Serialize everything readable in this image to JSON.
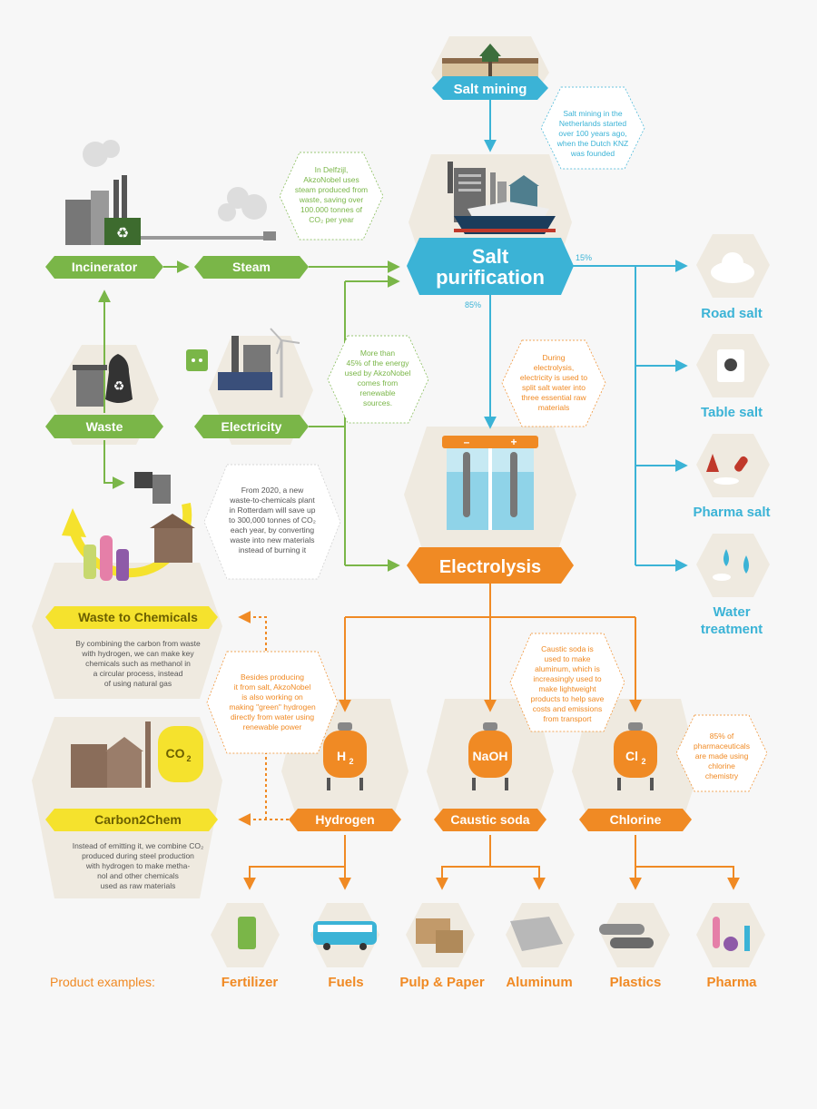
{
  "nodes": {
    "salt_mining": "Salt mining",
    "salt_purification": [
      "Salt",
      "purification"
    ],
    "incinerator": "Incinerator",
    "steam": "Steam",
    "waste": "Waste",
    "electricity": "Electricity",
    "electrolysis": "Electrolysis",
    "waste_to_chemicals": "Waste to Chemicals",
    "carbon2chem": "Carbon2Chem",
    "hydrogen": "Hydrogen",
    "caustic_soda": "Caustic soda",
    "chlorine": "Chlorine"
  },
  "tank_labels": {
    "h2": "H",
    "h2_sub": "2",
    "naoh": "NaOH",
    "cl2": "Cl",
    "cl2_sub": "2",
    "co2": "CO",
    "co2_sub": "2"
  },
  "percent": {
    "p15": "15%",
    "p85": "85%"
  },
  "salt_uses": [
    "Road salt",
    "Table salt",
    "Pharma salt",
    [
      "Water",
      "treatment"
    ]
  ],
  "notes": {
    "salt_mining": [
      "Salt mining in the",
      "Netherlands started",
      "over 100 years ago,",
      "when the Dutch KNZ",
      "was founded"
    ],
    "delfzijl": [
      "In Delfzijl,",
      "AkzoNobel uses",
      "steam produced from",
      "waste, saving over",
      "100.000 tonnes of",
      "CO₂ per year"
    ],
    "renewable": [
      "More than",
      "45% of the energy",
      "used by AkzoNobel",
      "comes from",
      "renewable",
      "sources."
    ],
    "electrolysis": [
      "During",
      "electrolysis,",
      "electricity is used to",
      "split salt water into",
      "three essential raw",
      "materials"
    ],
    "rotterdam": [
      "From 2020, a new",
      "waste-to-chemicals plant",
      "in Rotterdam will save up",
      "to 300,000 tonnes of CO₂",
      "each year, by converting",
      "waste into new materials",
      "instead of burning it"
    ],
    "hydrogen": [
      "Besides producing",
      "it from salt, AkzoNobel",
      "is also working on",
      "making \"green\" hydrogen",
      "directly from water using",
      "renewable power"
    ],
    "caustic": [
      "Caustic soda is",
      "used to make",
      "aluminum, which is",
      "increasingly used to",
      "make lightweight",
      "products to help save",
      "costs and emissions",
      "from transport"
    ],
    "pharma": [
      "85% of",
      "pharmaceuticals",
      "are made using",
      "chlorine",
      "chemistry"
    ]
  },
  "descriptions": {
    "waste_to_chemicals": [
      "By combining the carbon from waste",
      "with hydrogen, we can make key",
      "chemicals such as methanol in",
      "a circular process, instead",
      "of using natural gas"
    ],
    "carbon2chem": [
      "Instead of emitting it, we combine CO₂",
      "produced during steel production",
      "with hydrogen to make metha-",
      "nol and other chemicals",
      "used as raw materials"
    ]
  },
  "products_label": "Product examples:",
  "products": [
    "Fertilizer",
    "Fuels",
    "Pulp & Paper",
    "Aluminum",
    "Plastics",
    "Pharma"
  ],
  "colors": {
    "green": "#7ab648",
    "blue": "#3bb3d6",
    "orange": "#f08a24",
    "yellow": "#f5e22d",
    "hex_bg": "#efeae0"
  }
}
